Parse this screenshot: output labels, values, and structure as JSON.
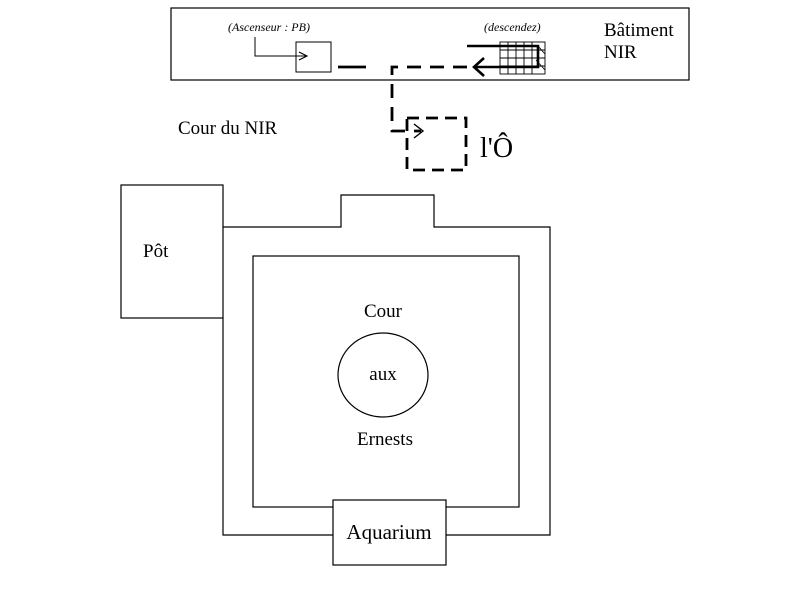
{
  "building": {
    "name_line1": "Bâtiment",
    "name_line2": "NIR",
    "elevator_note": "(Ascenseur : PB)",
    "stairs_note": "(descendez)"
  },
  "places": {
    "courtyard_nir": "Cour du NIR",
    "destination": "l'Ô",
    "pot": "Pôt",
    "inner_court_line1": "Cour",
    "inner_court_line2": "aux",
    "inner_court_line3": "Ernests",
    "aquarium": "Aquarium"
  },
  "colors": {
    "stroke": "#000000",
    "background": "#ffffff"
  }
}
